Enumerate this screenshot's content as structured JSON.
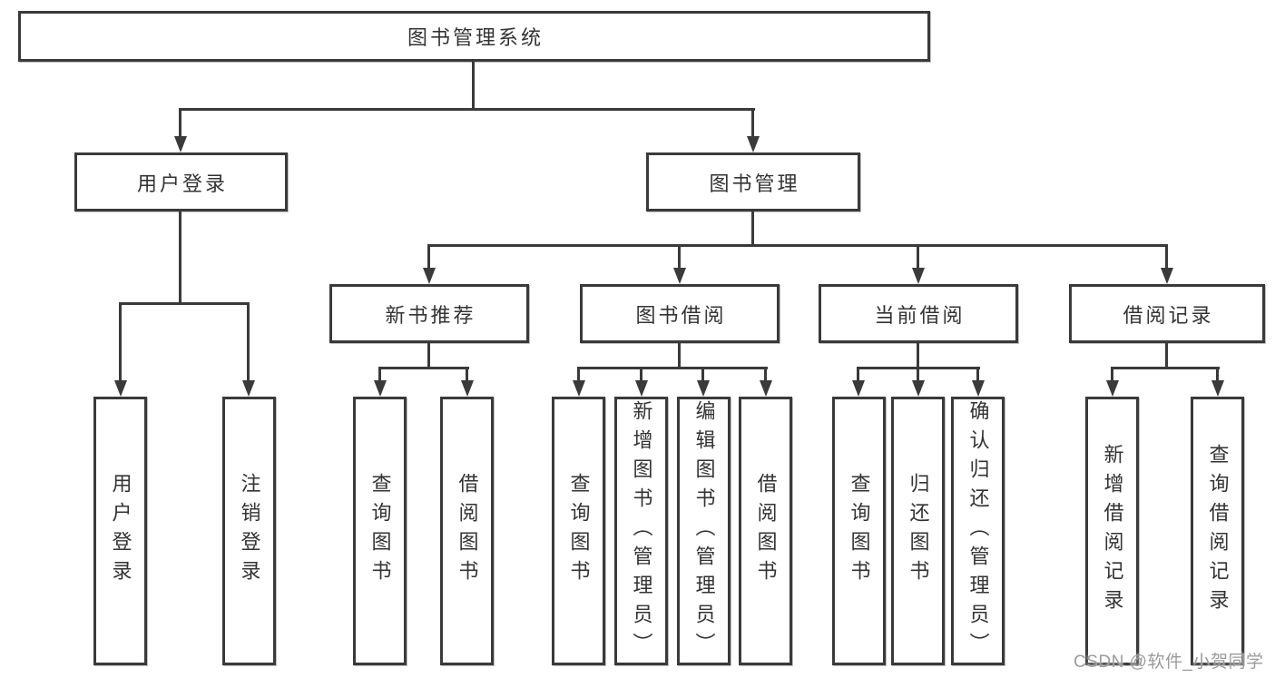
{
  "diagram": {
    "root": {
      "label": "图书管理系统"
    },
    "level2": {
      "user_login": {
        "label": "用户登录"
      },
      "book_mgmt": {
        "label": "图书管理"
      }
    },
    "level3": {
      "new_books": {
        "label": "新书推荐"
      },
      "borrowing": {
        "label": "图书借阅"
      },
      "current": {
        "label": "当前借阅"
      },
      "records": {
        "label": "借阅记录"
      }
    },
    "leaves": {
      "user_login_0": {
        "label": "用户登录"
      },
      "user_login_1": {
        "label": "注销登录"
      },
      "new_books_0": {
        "label": "查询图书"
      },
      "new_books_1": {
        "label": "借阅图书"
      },
      "borrowing_0": {
        "label": "查询图书"
      },
      "borrowing_1": {
        "label": "新增图书（管理员）"
      },
      "borrowing_2": {
        "label": "编辑图书（管理员）"
      },
      "borrowing_3": {
        "label": "借阅图书"
      },
      "current_0": {
        "label": "查询图书"
      },
      "current_1": {
        "label": "归还图书"
      },
      "current_2": {
        "label": "确认归还（管理员）"
      },
      "records_0": {
        "label": "新增借阅记录"
      },
      "records_1": {
        "label": "查询借阅记录"
      }
    }
  },
  "watermark": {
    "text": "CSDN @软件_小贺同学"
  },
  "colors": {
    "line": "#3a3a3a",
    "text": "#333333",
    "background": "#ffffff",
    "watermark": "#9b9b9b"
  }
}
